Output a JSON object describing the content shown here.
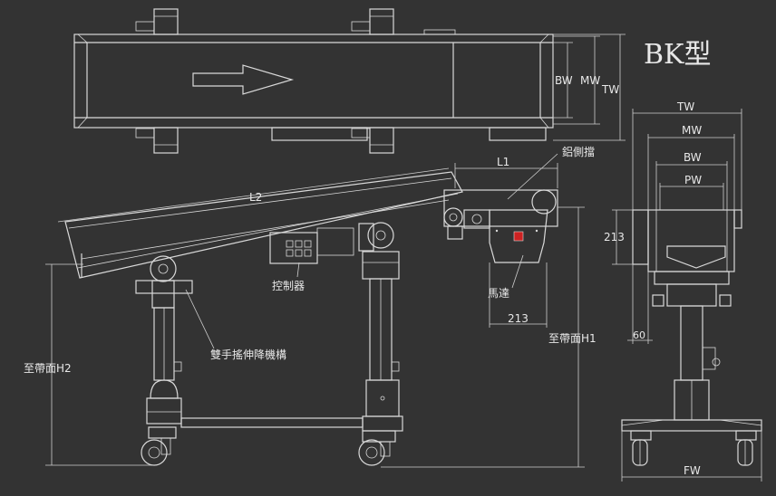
{
  "title": "BK型",
  "labels": {
    "bw": "BW",
    "mw": "MW",
    "tw": "TW",
    "pw": "PW",
    "fw": "FW",
    "l1": "L1",
    "l2": "L2",
    "d213a": "213",
    "d213b": "213",
    "d60": "60",
    "h1": "至帶面H1",
    "h2": "至帶面H2",
    "side_rail": "鋁側擋",
    "motor": "馬達",
    "controller": "控制器",
    "lift": "雙手搖伸降機構"
  },
  "colors": {
    "background": "#333333",
    "line": "#d9d9d9",
    "indicator": "#cc2222"
  }
}
